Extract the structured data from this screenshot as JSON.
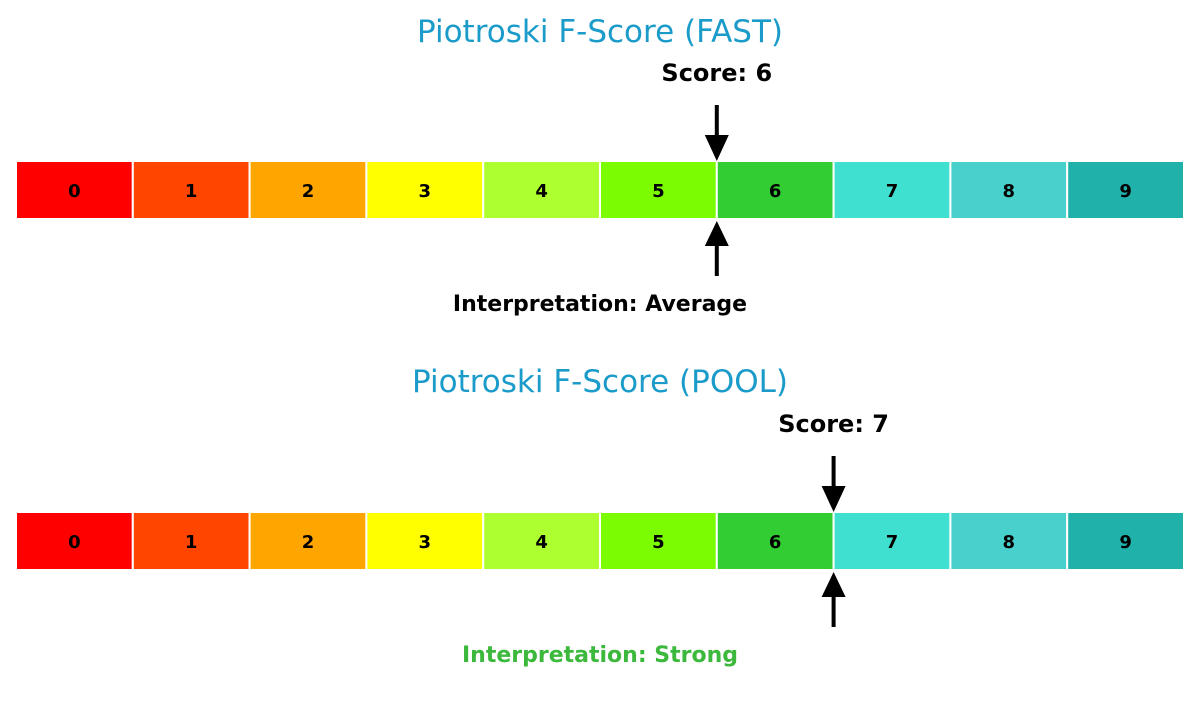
{
  "chart_data": [
    {
      "type": "bar",
      "title": "Piotroski F-Score (FAST)",
      "categories": [
        "0",
        "1",
        "2",
        "3",
        "4",
        "5",
        "6",
        "7",
        "8",
        "9"
      ],
      "score": 6,
      "score_label": "Score: 6",
      "interpretation_label": "Interpretation: Average",
      "interpretation_color": "#000000"
    },
    {
      "type": "bar",
      "title": "Piotroski F-Score (POOL)",
      "categories": [
        "0",
        "1",
        "2",
        "3",
        "4",
        "5",
        "6",
        "7",
        "8",
        "9"
      ],
      "score": 7,
      "score_label": "Score: 7",
      "interpretation_label": "Interpretation: Strong",
      "interpretation_color": "#3cb93c"
    }
  ],
  "colors": {
    "title": "#1a9bc9",
    "segments": [
      "#ff0000",
      "#ff4500",
      "#ffa500",
      "#ffff00",
      "#adff2f",
      "#7cfc00",
      "#32cd32",
      "#40e0d0",
      "#48d1cc",
      "#20b2aa"
    ],
    "arrow": "#000000"
  }
}
